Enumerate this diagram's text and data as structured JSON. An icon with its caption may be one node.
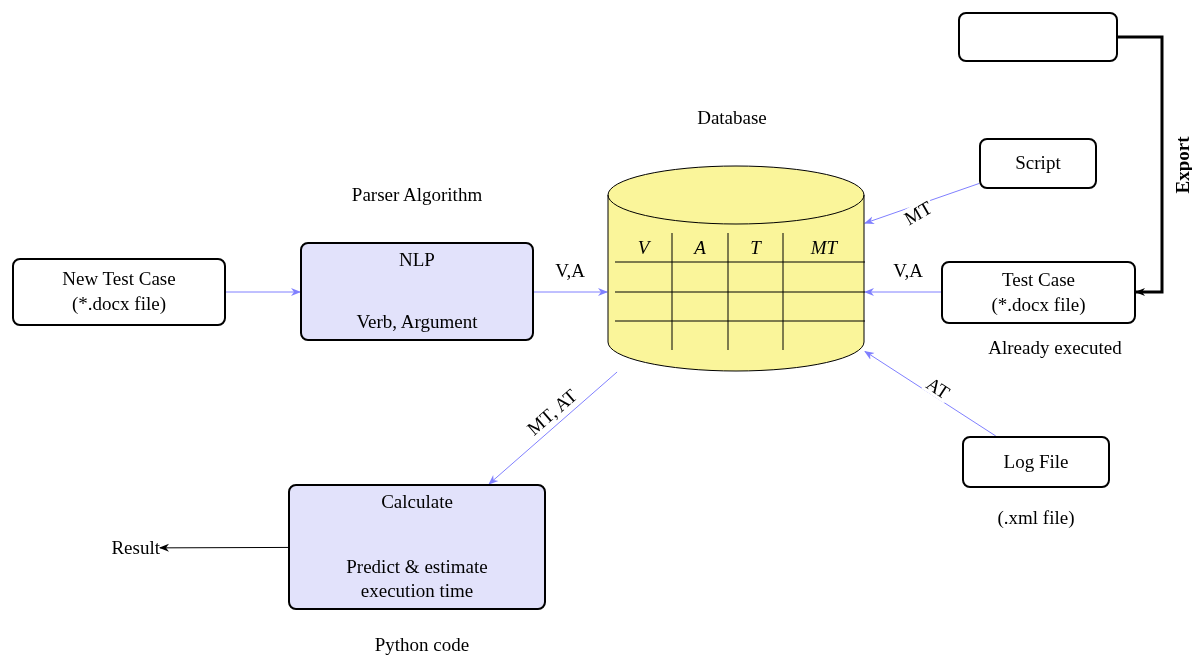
{
  "diagram": {
    "nodes": [
      {
        "text": [
          "New Test Case (*.docx file)"
        ]
      },
      {
        "text": [
          "NLP",
          "Verb, Argument"
        ],
        "beside": [
          "Parser Algorithm"
        ]
      },
      {
        "text": [
          "V",
          "A",
          "T",
          "MT"
        ],
        "beside": [
          "Database"
        ]
      },
      {
        "text": [],
        "shape": "box"
      },
      {
        "text": [
          "Script"
        ]
      },
      {
        "text": [
          "Test Case (*.docx file)"
        ],
        "beside": [
          "Already executed"
        ]
      },
      {
        "text": [
          "Log File"
        ],
        "beside": [
          "(.xml file)"
        ]
      },
      {
        "text": [
          "Calculate",
          "Predict & estimate execution time"
        ],
        "beside": [
          "Python code"
        ]
      },
      {
        "text": [
          "Result"
        ]
      }
    ],
    "edges": [
      {
        "from": 0,
        "to": 1,
        "arrow": "to"
      },
      {
        "from": 1,
        "to": 2,
        "arrow": "to",
        "label": "V,A"
      },
      {
        "from": 4,
        "to": 2,
        "arrow": "to",
        "label": "MT"
      },
      {
        "from": 5,
        "to": 2,
        "arrow": "to",
        "label": "V,A"
      },
      {
        "from": 6,
        "to": 2,
        "arrow": "to",
        "label": "AT"
      },
      {
        "from": 2,
        "to": 7,
        "arrow": "to",
        "label": "MT, AT"
      },
      {
        "from": 3,
        "to": 5,
        "arrow": "to",
        "label": "Export",
        "style": "thick",
        "color": "#000000"
      },
      {
        "from": 7,
        "to": 8,
        "arrow": "to",
        "color": "#000000"
      }
    ]
  }
}
